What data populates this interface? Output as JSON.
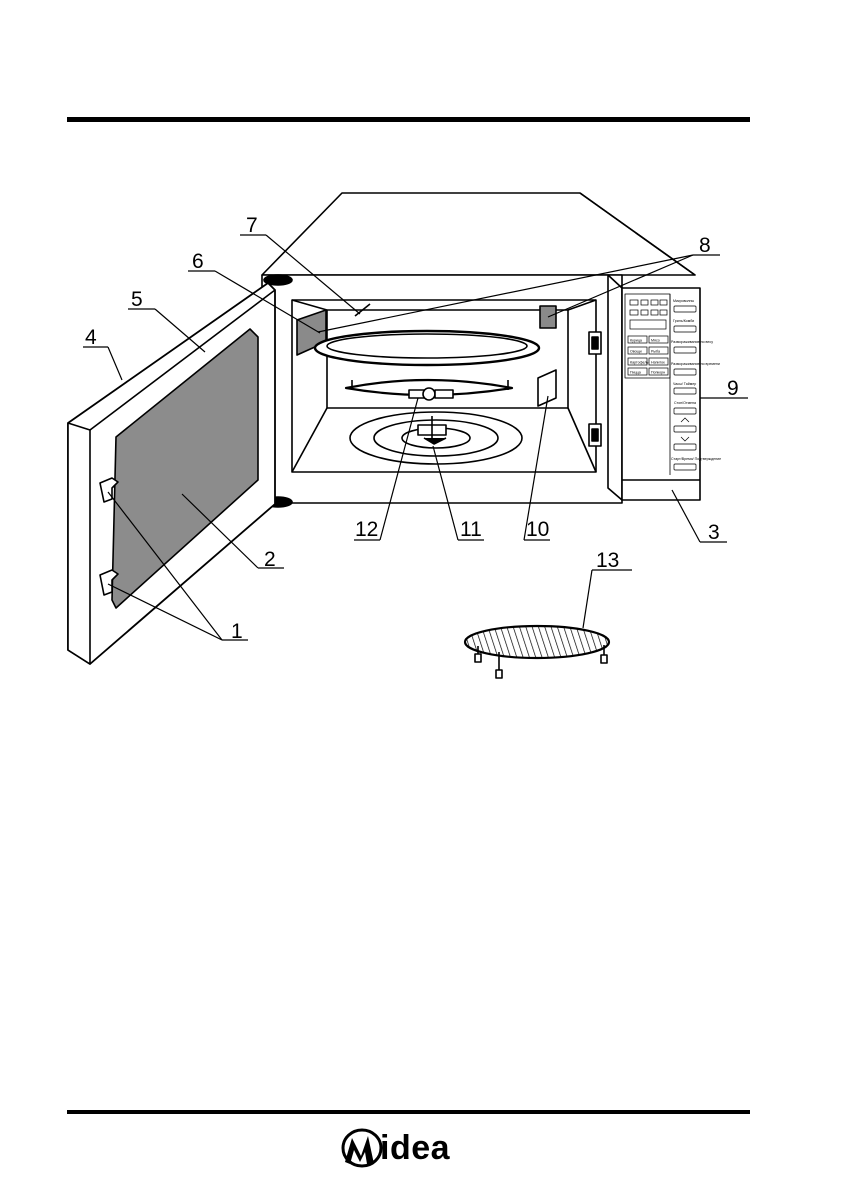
{
  "callouts": {
    "c1": "1",
    "c2": "2",
    "c3": "3",
    "c4": "4",
    "c5": "5",
    "c6": "6",
    "c7": "7",
    "c8": "8",
    "c9": "9",
    "c10": "10",
    "c11": "11",
    "c12": "12",
    "c13": "13"
  },
  "control_panel": {
    "buttons": [
      "Микроволны",
      "Гриль/Комби",
      "Размораживание по весу",
      "Размораживание по времени",
      "Часы/ Таймер",
      "Стоп/Отмена",
      "",
      "",
      "Старт/Время/ Подтверждение"
    ],
    "menu": [
      "Попкорн",
      "Напиток",
      "Картофель",
      "Пицца",
      "Овощи",
      "Рыба",
      "Мясо",
      "Курица"
    ]
  },
  "brand": {
    "name": "idea"
  },
  "colors": {
    "ink": "#000000",
    "panel_fill": "#8a8a8a",
    "window_fill": "#8c8c8c"
  }
}
